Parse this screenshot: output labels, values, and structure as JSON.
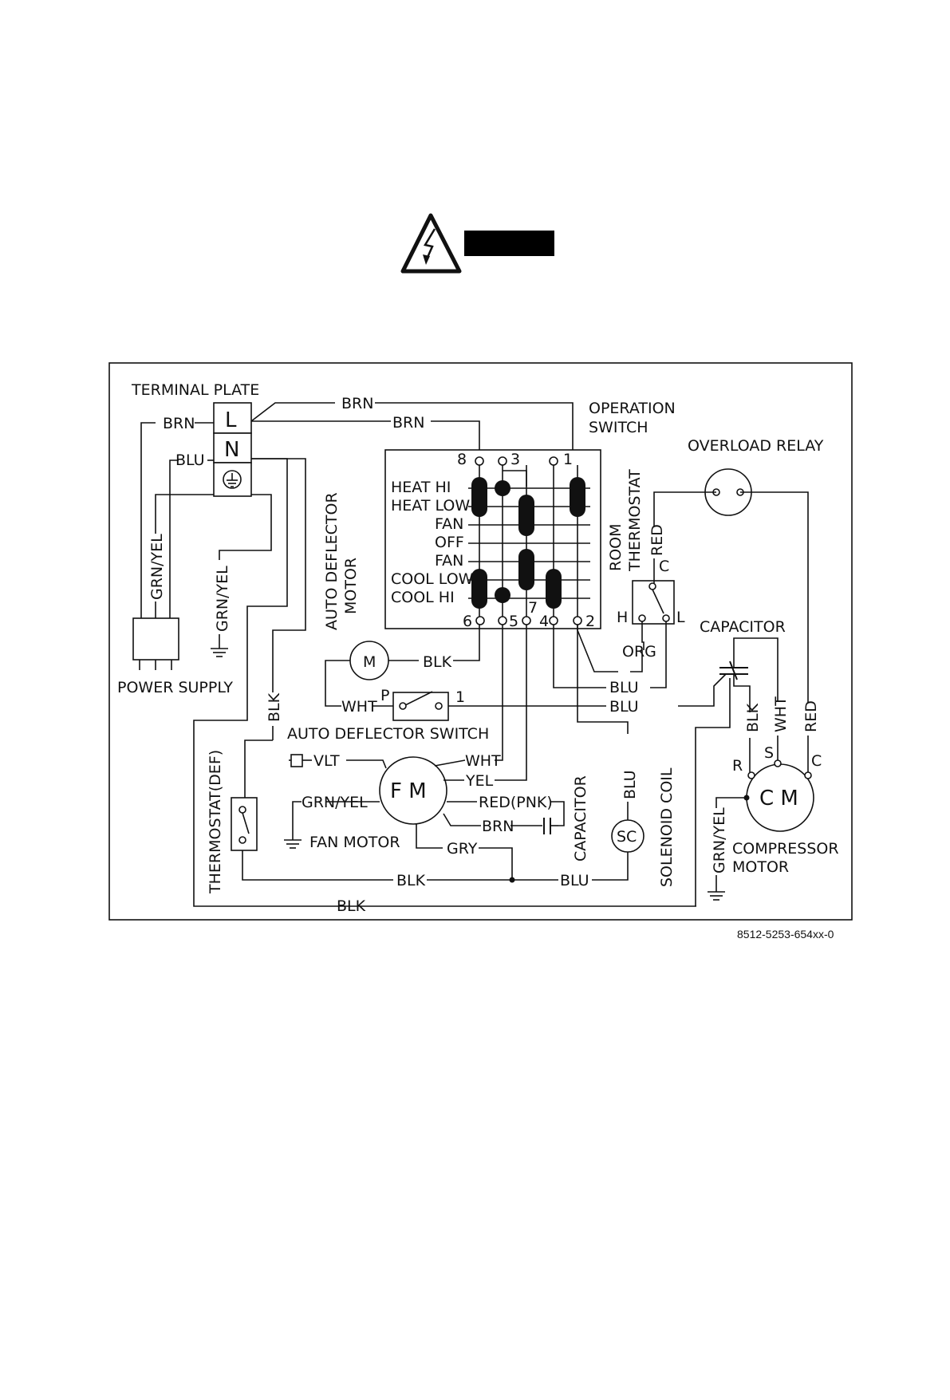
{
  "warning": {
    "symbol_icon": "electrical-hazard-triangle-icon",
    "label_bar_color": "#000000"
  },
  "terminal": {
    "title": "TERMINAL PLATE",
    "L": "L",
    "N": "N"
  },
  "power_supply": {
    "label": "POWER SUPPLY"
  },
  "operation_switch": {
    "title": [
      "OPERATION",
      "SWITCH"
    ],
    "rows": [
      "HEAT HI",
      "HEAT LOW",
      "FAN",
      "OFF",
      "FAN",
      "COOL LOW",
      "COOL HI"
    ],
    "top_terminals": [
      "8",
      "3",
      "1"
    ],
    "bottom_terminals": [
      "6",
      "5",
      "7",
      "4",
      "2"
    ]
  },
  "overload_relay": {
    "label": "OVERLOAD RELAY"
  },
  "room_thermostat": {
    "label": [
      "ROOM",
      "THERMOSTAT"
    ],
    "c": "C",
    "h": "H",
    "l": "L"
  },
  "capacitor": {
    "label": "CAPACITOR"
  },
  "auto_deflector_motor": {
    "label": [
      "AUTO DEFLECTOR",
      "MOTOR"
    ],
    "m": "M"
  },
  "auto_deflector_switch": {
    "label": "AUTO DEFLECTOR SWITCH",
    "p": "P",
    "one": "1"
  },
  "fan_motor": {
    "label": "FAN MOTOR",
    "symbol": "F M"
  },
  "fan_capacitor": {
    "label": "CAPACITOR"
  },
  "solenoid": {
    "label": "SOLENOID COIL",
    "symbol": "SC"
  },
  "compressor": {
    "label": [
      "COMPRESSOR",
      "MOTOR"
    ],
    "symbol": "C M",
    "r": "R",
    "s": "S",
    "c": "C"
  },
  "thermostat_def": {
    "label": "THERMOSTAT(DEF)"
  },
  "wires": {
    "brn": "BRN",
    "blu": "BLU",
    "blk": "BLK",
    "wht": "WHT",
    "yel": "YEL",
    "red": "RED",
    "org": "ORG",
    "gry": "GRY",
    "vlt": "VLT",
    "grnyel": "GRN/YEL",
    "redpnk": "RED(PNK)"
  },
  "doc_number": "8512-5253-654xx-0"
}
